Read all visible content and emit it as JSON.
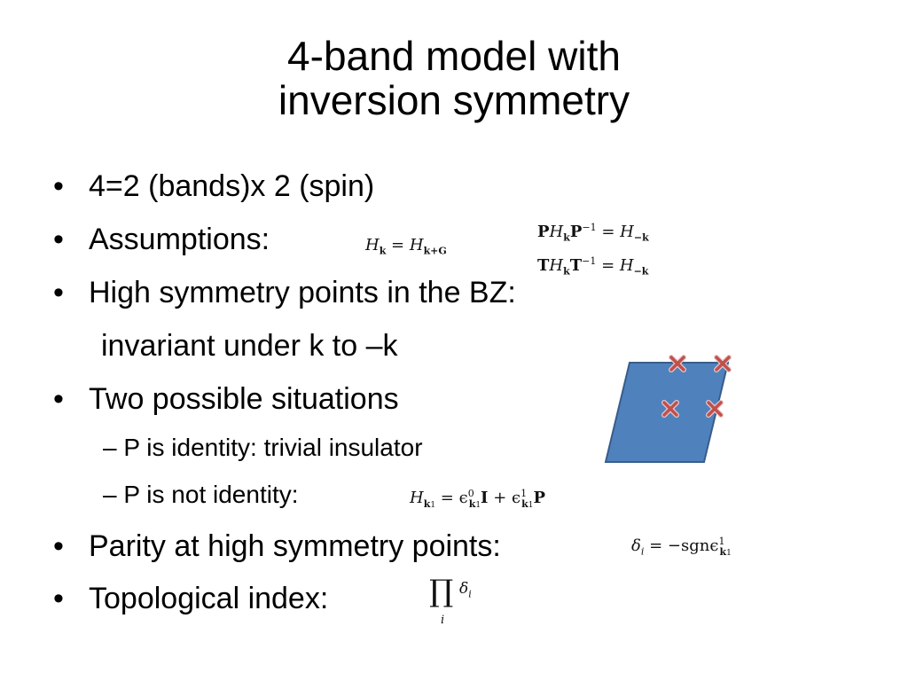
{
  "slide": {
    "title_line1": "4-band model with",
    "title_line2": "inversion symmetry",
    "bullets": [
      "4=2 (bands)x 2 (spin)",
      "Assumptions:",
      "High symmetry points in the BZ:",
      "Two possible situations",
      "Parity at high symmetry points:",
      "Topological index:"
    ],
    "bullet_continuation": "invariant under k to –k",
    "sub_bullets": [
      "– P is identity: trivial insulator",
      "– P is not identity:"
    ],
    "bullet_symbol": "•"
  },
  "equations": {
    "periodicity_lhs": "H",
    "periodicity_lhs_sub": "k",
    "periodicity_rhs": "H",
    "periodicity_rhs_sub": "k+G",
    "inversion_op": "P",
    "time_reversal_op": "T",
    "inverse_exp": "−1",
    "minus_k": "−k",
    "hk1_sub": "k",
    "hk1_subsub": "1",
    "epsilon": "ϵ",
    "eps_sup0": "0",
    "eps_sup1": "1",
    "identity_op": "I",
    "delta_lhs": "δ",
    "delta_sub": "i",
    "sgn": "−sgn",
    "prod_symbol": "∏",
    "prod_index": "i"
  },
  "figure": {
    "fill_color": "#4f81bd",
    "stroke_color": "#385d8a",
    "marker_color": "#c0504d",
    "marker_icon": "x-mark-icon"
  }
}
